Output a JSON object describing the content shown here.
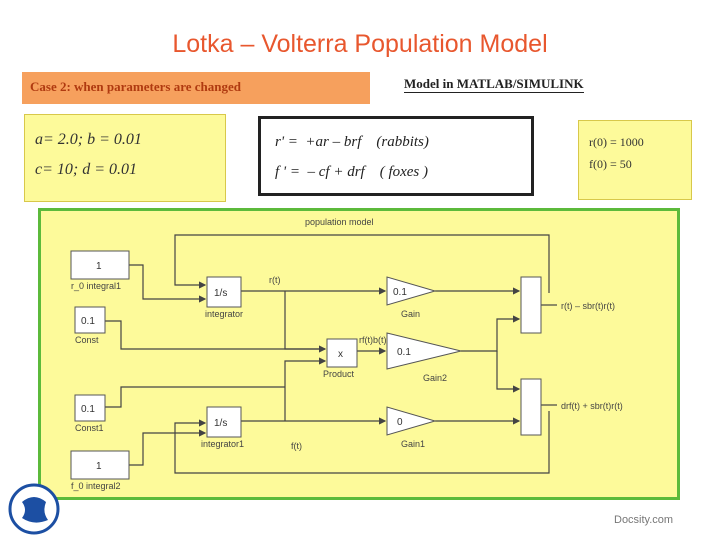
{
  "title": "Lotka – Volterra Population Model",
  "case_banner": "Case 2: when parameters are changed",
  "model_label": "Model in MATLAB/SIMULINK",
  "parameters": {
    "line1": "a= 2.0; b = 0.01",
    "line2": "c= 10; d = 0.01"
  },
  "equations": {
    "eq1": "r' =  +ar – brf    (rabbits)",
    "eq2": "f ' =  – cf + drf    ( foxes )"
  },
  "initial_conditions": {
    "line1": "r(0) = 1000",
    "line2": "f(0) = 50"
  },
  "diagram": {
    "subsystem_label": "population model",
    "blocks": {
      "r_initial": {
        "symbol": "1",
        "label": "r_0 integral1"
      },
      "const_a": {
        "symbol": "0.1",
        "label": "Const"
      },
      "const_c": {
        "symbol": "0.1",
        "label": "Const1"
      },
      "f_initial": {
        "symbol": "1",
        "label": "f_0 integral2"
      },
      "integ_r": {
        "symbol": "1/s",
        "label": "integrator"
      },
      "integ_f": {
        "symbol": "1/s",
        "label": "integrator1"
      },
      "product": {
        "symbol": "x",
        "label": "Product"
      },
      "gain_a": {
        "symbol": "0.1",
        "label": "Gain"
      },
      "gain_b": {
        "symbol": "0.1",
        "label": "Gain2"
      },
      "gain_c": {
        "symbol": "0",
        "label": "Gain1"
      },
      "sum_r": {
        "label": "r(t) – sbr(t)r(t)"
      },
      "sum_f": {
        "label": "drf(t) + sbr(t)r(t)"
      }
    },
    "signals": {
      "r": "r(t)",
      "f": "f(t)",
      "rf": "rf(t)b(t)"
    }
  },
  "watermark": "Docsity.com",
  "colors": {
    "title": "#e8572e",
    "banner": "#f6a05d",
    "panel_fill": "#fdfa9a",
    "diagram_border": "#5cba3b",
    "logo": "#1c4fa3"
  }
}
